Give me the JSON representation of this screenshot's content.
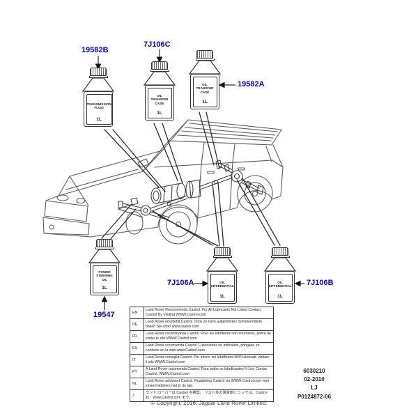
{
  "title": "Land Rover lubricants parts diagram",
  "bottles": [
    {
      "part": "19582B",
      "name_lines": [
        "TRANSMISSION",
        "FLUID"
      ],
      "volume": "1L"
    },
    {
      "part": "7J106C",
      "name_lines": [
        "OIL",
        "TRANSFER",
        "CASE"
      ],
      "volume": "1L"
    },
    {
      "part": "19582A",
      "name_lines": [
        "OIL",
        "TRANSFER",
        "CASE"
      ],
      "volume": "1L"
    },
    {
      "part": "19547",
      "name_lines": [
        "POWER",
        "STEERING",
        "OIL"
      ],
      "volume": "1L"
    },
    {
      "part": "7J106A",
      "name_lines": [
        "OIL",
        "DIFFERENTIAL"
      ],
      "volume": "1L"
    },
    {
      "part": "7J106B",
      "name_lines": [
        "OIL",
        "DIFFERENTIAL"
      ],
      "volume": "1L"
    }
  ],
  "table": {
    "rows": [
      {
        "code": "EN",
        "text": "Land Rover Recommends Castrol.  For All Lubricants Not Listed Contact Castrol By Visiting WWW.Castrol.com"
      },
      {
        "code": "DE",
        "text": "Land Rover empfiehlt Castrol.  Infos zu nicht aufgeführten Schmiermitteln finden Sie unter www.castrol.com"
      },
      {
        "code": "FR",
        "text": "Land Rover recommande Castrol. Pour les lubrifiants non énumérés, prière de visiter le site WWW.Castrol.com"
      },
      {
        "code": "ES",
        "text": "Land Rover recomienda Castrol.  Lubricantes no indicados, póngase en contacto en la web www.Castrol.com"
      },
      {
        "code": "IT",
        "text": "Land Rover consiglia Castrol.  Per inform sui lubrificanti NON elencati, visitare il sito WWW.Castrol.com"
      },
      {
        "code": "PT",
        "text": "A Land Rover recomenda Castrol.  Para todos os lubrificantes N List, Contac Castrol, WWW.Castrol.com"
      },
      {
        "code": "NL",
        "text": "Land Rover adviseert Castrol.  Raadpleeg Castrol via WWW.Castrol.com voor smeermiddelen niet in de lijst"
      },
      {
        "code": "J",
        "text": "ランド ローバーは Castrol を推奨。 リスト外の潤滑剤につ いては、Castrol 社：www.Castrol.com まで。"
      }
    ]
  },
  "doc": {
    "numbers": [
      "6030210",
      "02-2010",
      "LJ",
      "P0124872-06"
    ]
  },
  "footer": {
    "copyright": "© Copyright, 2016. Jaguar Land Rover Limited."
  },
  "colors": {
    "part_number_blue": "#0000EE",
    "line_gray": "#5b5b5b",
    "drivetrain_gray": "#414141"
  }
}
